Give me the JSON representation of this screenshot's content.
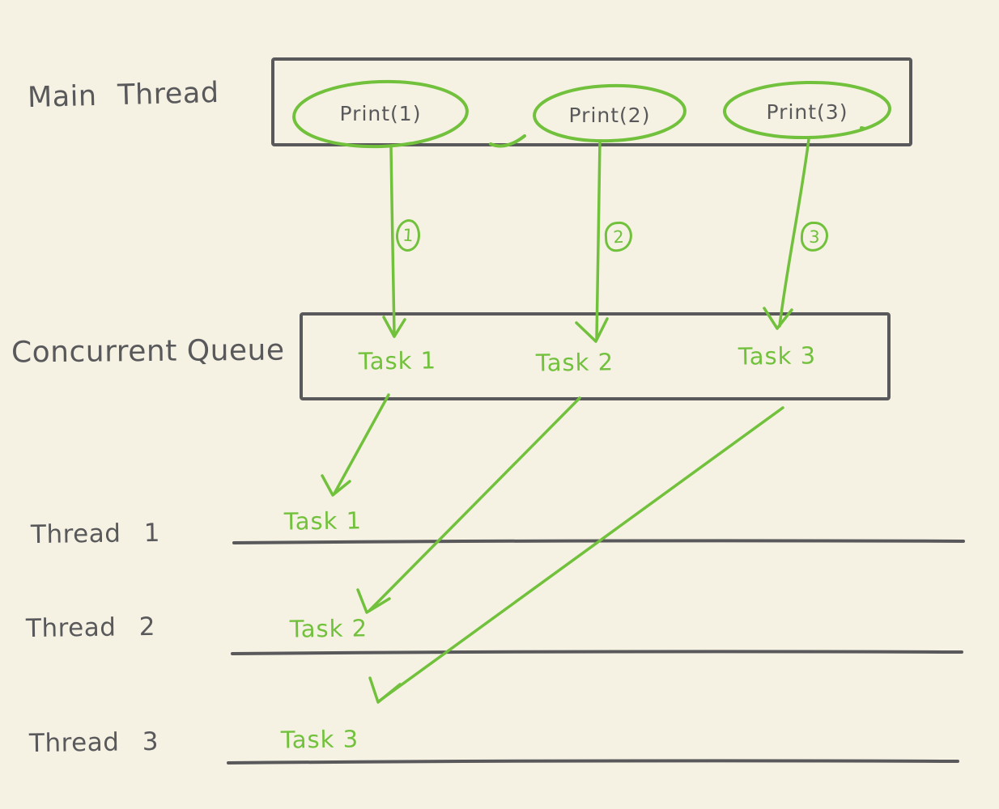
{
  "colors": {
    "background": "#f5f2e3",
    "ink": "#59595b",
    "accent_green": "#72c13c"
  },
  "labels": {
    "main_thread": "Main Thread",
    "concurrent_queue": "Concurrent Queue"
  },
  "main_thread_box": {
    "calls": [
      {
        "label": "Print(1)",
        "step": "1"
      },
      {
        "label": "Print(2)",
        "step": "2"
      },
      {
        "label": "Print(3)",
        "step": "3"
      }
    ]
  },
  "queue": {
    "tasks": [
      {
        "label": "Task 1"
      },
      {
        "label": "Task 2"
      },
      {
        "label": "Task 3"
      }
    ]
  },
  "threads": [
    {
      "label": "Thread 1",
      "task": "Task 1"
    },
    {
      "label": "Thread 2",
      "task": "Task 2"
    },
    {
      "label": "Thread 3",
      "task": "Task 3"
    }
  ]
}
